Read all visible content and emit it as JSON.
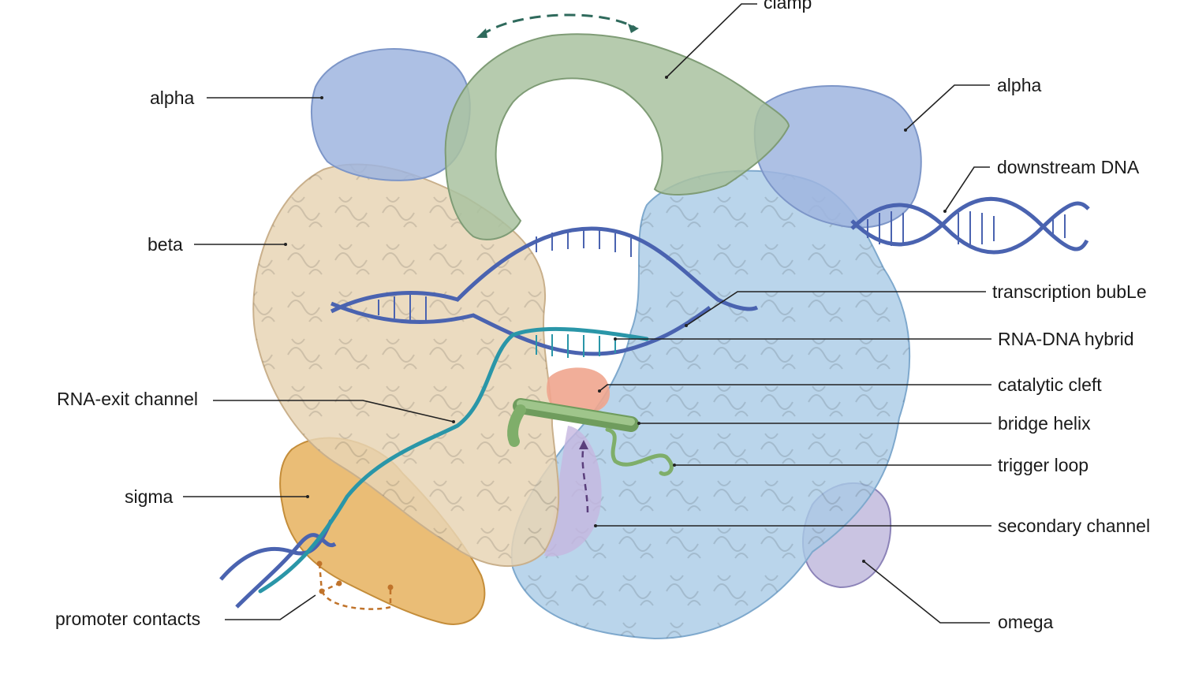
{
  "labels": {
    "clamp": "clamp",
    "alpha_left": "alpha",
    "alpha_right": "alpha",
    "downstream_dna": "downstream DNA",
    "beta": "beta",
    "transcription_bubble": "transcription bubLe",
    "rna_dna_hybrid": "RNA-DNA hybrid",
    "catalytic_cleft": "catalytic cleft",
    "rna_exit_channel": "RNA-exit channel",
    "bridge_helix": "bridge helix",
    "sigma": "sigma",
    "trigger_loop": "trigger loop",
    "secondary_channel": "secondary channel",
    "promoter_contacts": "promoter contacts",
    "omega": "omega"
  },
  "colors": {
    "alpha": "#9fb5df",
    "clamp": "#a9c2a0",
    "beta": "#e8d5b5",
    "beta_prime": "#a9cbe6",
    "sigma": "#e6b15e",
    "omega": "#b8b0d8",
    "dna": "#4a63b0",
    "rna": "#2a96a8",
    "catalytic": "#f0a58e",
    "bridge_helix": "#7fae6a",
    "secondary": "#c6b6e0",
    "leader": "#222222",
    "promoter_contacts": "#c0732a",
    "clamp_motion": "#2f6a5c"
  },
  "icons": {
    "clamp_motion": "double-arrow-icon",
    "ntp_entry": "dashed-arrow-icon"
  }
}
